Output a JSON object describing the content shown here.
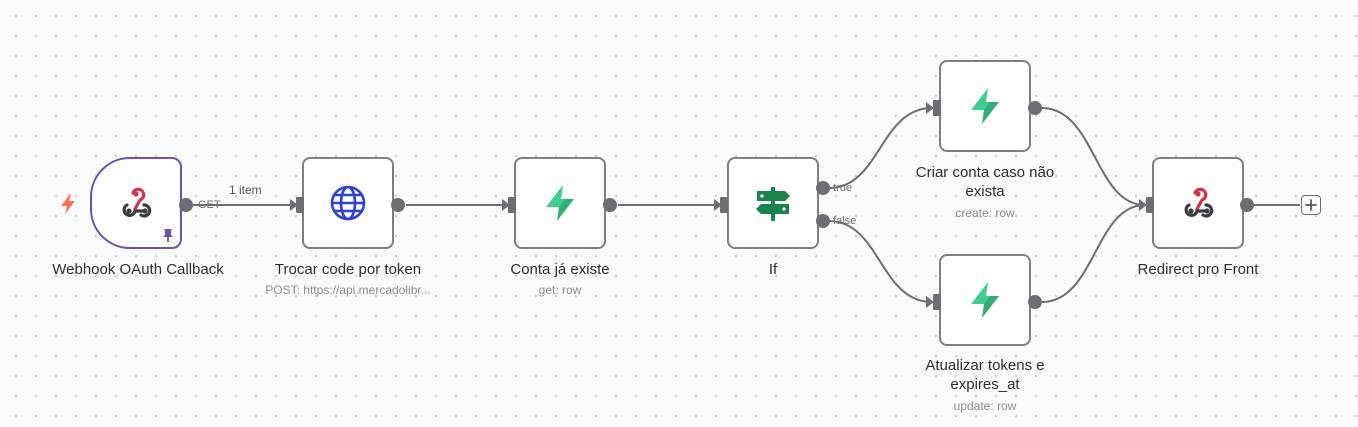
{
  "nodes": {
    "webhook": {
      "title": "Webhook OAuth Callback",
      "subtitle": "",
      "icon": "webhook-icon"
    },
    "trocar": {
      "title": "Trocar code por token",
      "subtitle": "POST: https://api.mercadolibr...",
      "icon": "globe-icon"
    },
    "conta": {
      "title": "Conta já existe",
      "subtitle": "get: row",
      "icon": "supabase-icon"
    },
    "if": {
      "title": "If",
      "subtitle": "",
      "icon": "signpost-icon"
    },
    "criar": {
      "title": "Criar conta caso não exista",
      "subtitle": "create: row",
      "icon": "supabase-icon"
    },
    "atualizar": {
      "title": "Atualizar tokens e expires_at",
      "subtitle": "update: row",
      "icon": "supabase-icon"
    },
    "redirect": {
      "title": "Redirect pro Front",
      "subtitle": "",
      "icon": "webhook-icon"
    }
  },
  "edges": {
    "webhook_method": "GET",
    "webhook_items": "1 item",
    "if_true": "true",
    "if_false": "false"
  },
  "colors": {
    "trigger_border": "#6c4fb8",
    "node_border": "#7d7f86",
    "edge": "#6c6e75",
    "webhook_red": "#d6304f",
    "webhook_dark": "#3a3c42",
    "globe_blue": "#2f3fd8",
    "supabase_green": "#3ecf8e",
    "if_green": "#16854a",
    "trigger_bolt": "#ff6d5a",
    "pin_purple": "#6c4fb8"
  }
}
